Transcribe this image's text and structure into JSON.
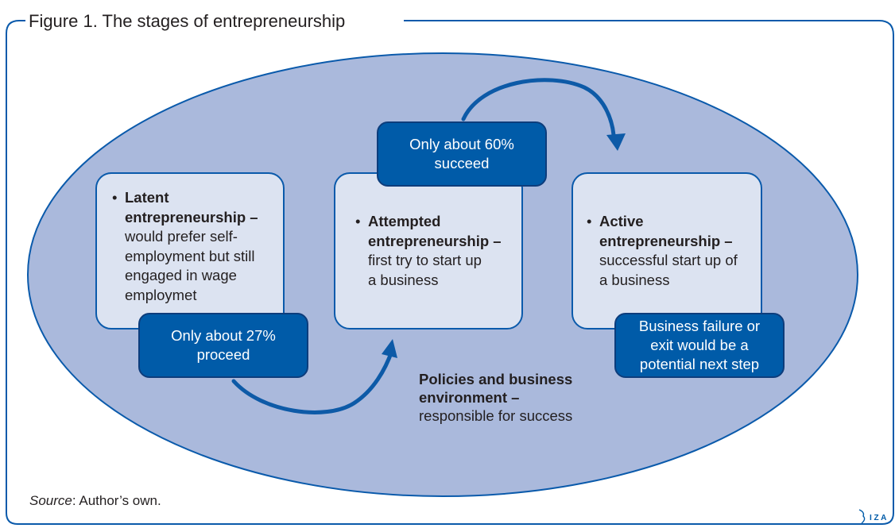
{
  "figure": {
    "title": "Figure 1. The stages of entrepreneurship"
  },
  "stages": [
    {
      "title": "Latent entrepreneurship",
      "title_line1": "Latent",
      "title_line2": "entrepreneurship –",
      "description_lines": [
        "would prefer self-",
        "employment but still",
        "engaged in wage",
        "employmet"
      ]
    },
    {
      "title": "Attempted entrepreneurship",
      "title_line1": "Attempted",
      "title_line2": "entrepreneurship –",
      "description_lines": [
        "first try to start up",
        "a business"
      ]
    },
    {
      "title": "Active entrepreneurship",
      "title_line1": "Active",
      "title_line2": "entrepreneurship –",
      "description_lines": [
        "successful start up of",
        "a business"
      ]
    }
  ],
  "callouts": {
    "proceed": [
      "Only about 27%",
      "proceed"
    ],
    "succeed": [
      "Only about 60%",
      "succeed"
    ],
    "failure": [
      "Business failure or",
      "exit would be a",
      "potential next step"
    ]
  },
  "policy": {
    "bold_lines": [
      "Policies and business",
      "environment –"
    ],
    "rest": "responsible for success"
  },
  "source": {
    "label": "Source",
    "text": ": Author’s own."
  },
  "logo": {
    "text": "I Z A",
    "icon": "iza-logo-icon"
  },
  "colors": {
    "ellipse_fill": "#aab9dc",
    "box_fill": "#dce3f1",
    "accent_blue": "#005ba8",
    "frame_border": "#0a5aab"
  }
}
